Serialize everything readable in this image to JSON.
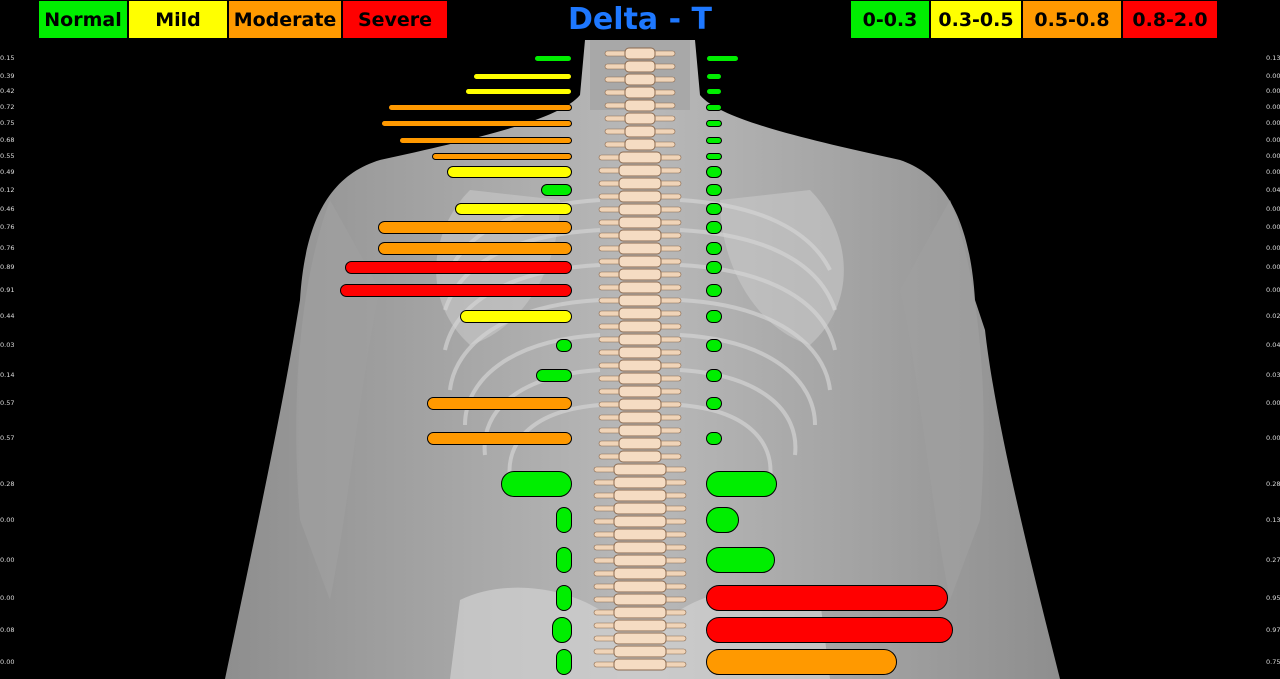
{
  "title": "Delta - T",
  "colors": {
    "normal": "#00ee00",
    "mild": "#ffff00",
    "moderate": "#ff9900",
    "severe": "#ff0000",
    "title": "#1e78ff"
  },
  "severity_legend": [
    {
      "label": "Normal",
      "level": "normal"
    },
    {
      "label": "Mild",
      "level": "mild"
    },
    {
      "label": "Moderate",
      "level": "moderate"
    },
    {
      "label": "Severe",
      "level": "severe"
    }
  ],
  "range_legend": [
    {
      "label": "0-0.3",
      "level": "normal"
    },
    {
      "label": "0.3-0.5",
      "level": "mild"
    },
    {
      "label": "0.5-0.8",
      "level": "moderate"
    },
    {
      "label": "0.8-2.0",
      "level": "severe"
    }
  ],
  "left_values": [
    "0.15",
    "0.39",
    "0.42",
    "0.72",
    "0.75",
    "0.68",
    "0.55",
    "0.49",
    "0.12",
    "0.46",
    "0.76",
    "0.76",
    "0.89",
    "0.91",
    "0.44",
    "0.03",
    "0.14",
    "0.57",
    "0.57",
    "0.28",
    "0.00",
    "0.00",
    "0.00",
    "0.08",
    "0.00"
  ],
  "right_values": [
    "0.13",
    "0.00",
    "0.00",
    "0.00",
    "0.00",
    "0.00",
    "0.00",
    "0.00",
    "0.04",
    "0.00",
    "0.00",
    "0.00",
    "0.00",
    "0.00",
    "0.02",
    "0.04",
    "0.03",
    "0.00",
    "0.00",
    "0.28",
    "0.13",
    "0.27",
    "0.95",
    "0.97",
    "0.75"
  ],
  "left_levels": [
    "normal",
    "mild",
    "mild",
    "moderate",
    "moderate",
    "moderate",
    "moderate",
    "mild",
    "normal",
    "mild",
    "moderate",
    "moderate",
    "severe",
    "severe",
    "mild",
    "normal",
    "normal",
    "moderate",
    "moderate",
    "normal",
    "normal",
    "normal",
    "normal",
    "normal",
    "normal"
  ],
  "right_levels": [
    "normal",
    "normal",
    "normal",
    "normal",
    "normal",
    "normal",
    "normal",
    "normal",
    "normal",
    "normal",
    "normal",
    "normal",
    "normal",
    "normal",
    "normal",
    "normal",
    "normal",
    "normal",
    "normal",
    "normal",
    "normal",
    "normal",
    "severe",
    "severe",
    "moderate"
  ]
}
